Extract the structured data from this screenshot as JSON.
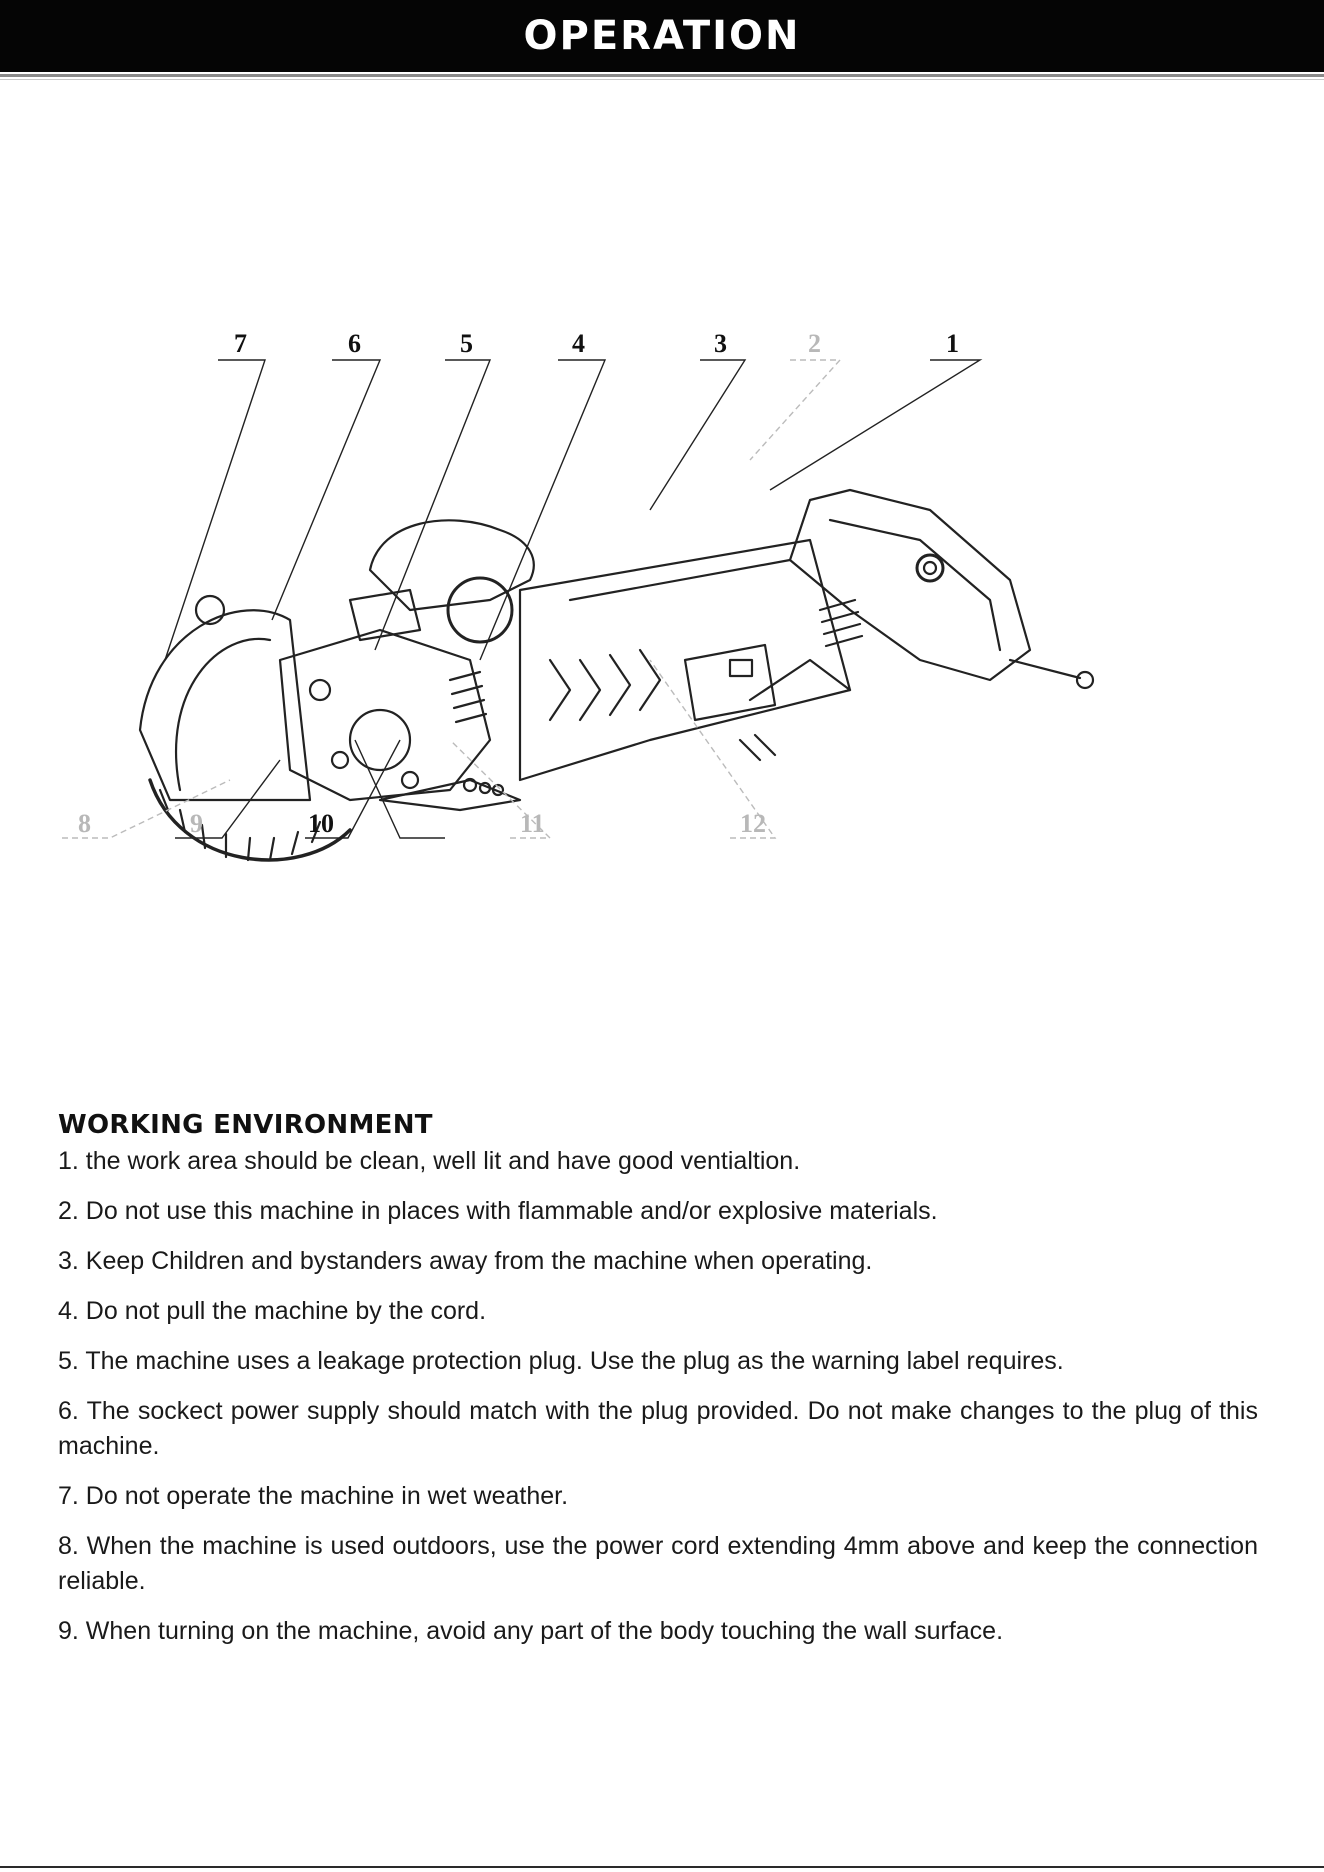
{
  "header": {
    "title": "OPERATION"
  },
  "diagram": {
    "callouts": [
      "7",
      "6",
      "5",
      "4",
      "3",
      "2",
      "1",
      "8",
      "9",
      "10",
      "11",
      "12"
    ]
  },
  "working_environment": {
    "heading": "WORKING ENVIRONMENT",
    "items": [
      "1. the work area should be clean, well lit and have good ventialtion.",
      "2. Do not use this machine in places with flammable and/or explosive materials.",
      "3. Keep Children and bystanders away from the machine when operating.",
      "4. Do not pull the machine by the cord.",
      "5. The machine uses a leakage protection plug. Use the plug as the warning label requires.",
      "6. The sockect power supply should match with the plug provided. Do not make changes to the plug of this machine.",
      "7. Do not operate the machine in wet weather.",
      "8. When the machine is used outdoors, use the power cord extending 4mm above and keep the connection reliable.",
      "9. When turning on the machine, avoid any part of the body touching the wall surface."
    ]
  }
}
